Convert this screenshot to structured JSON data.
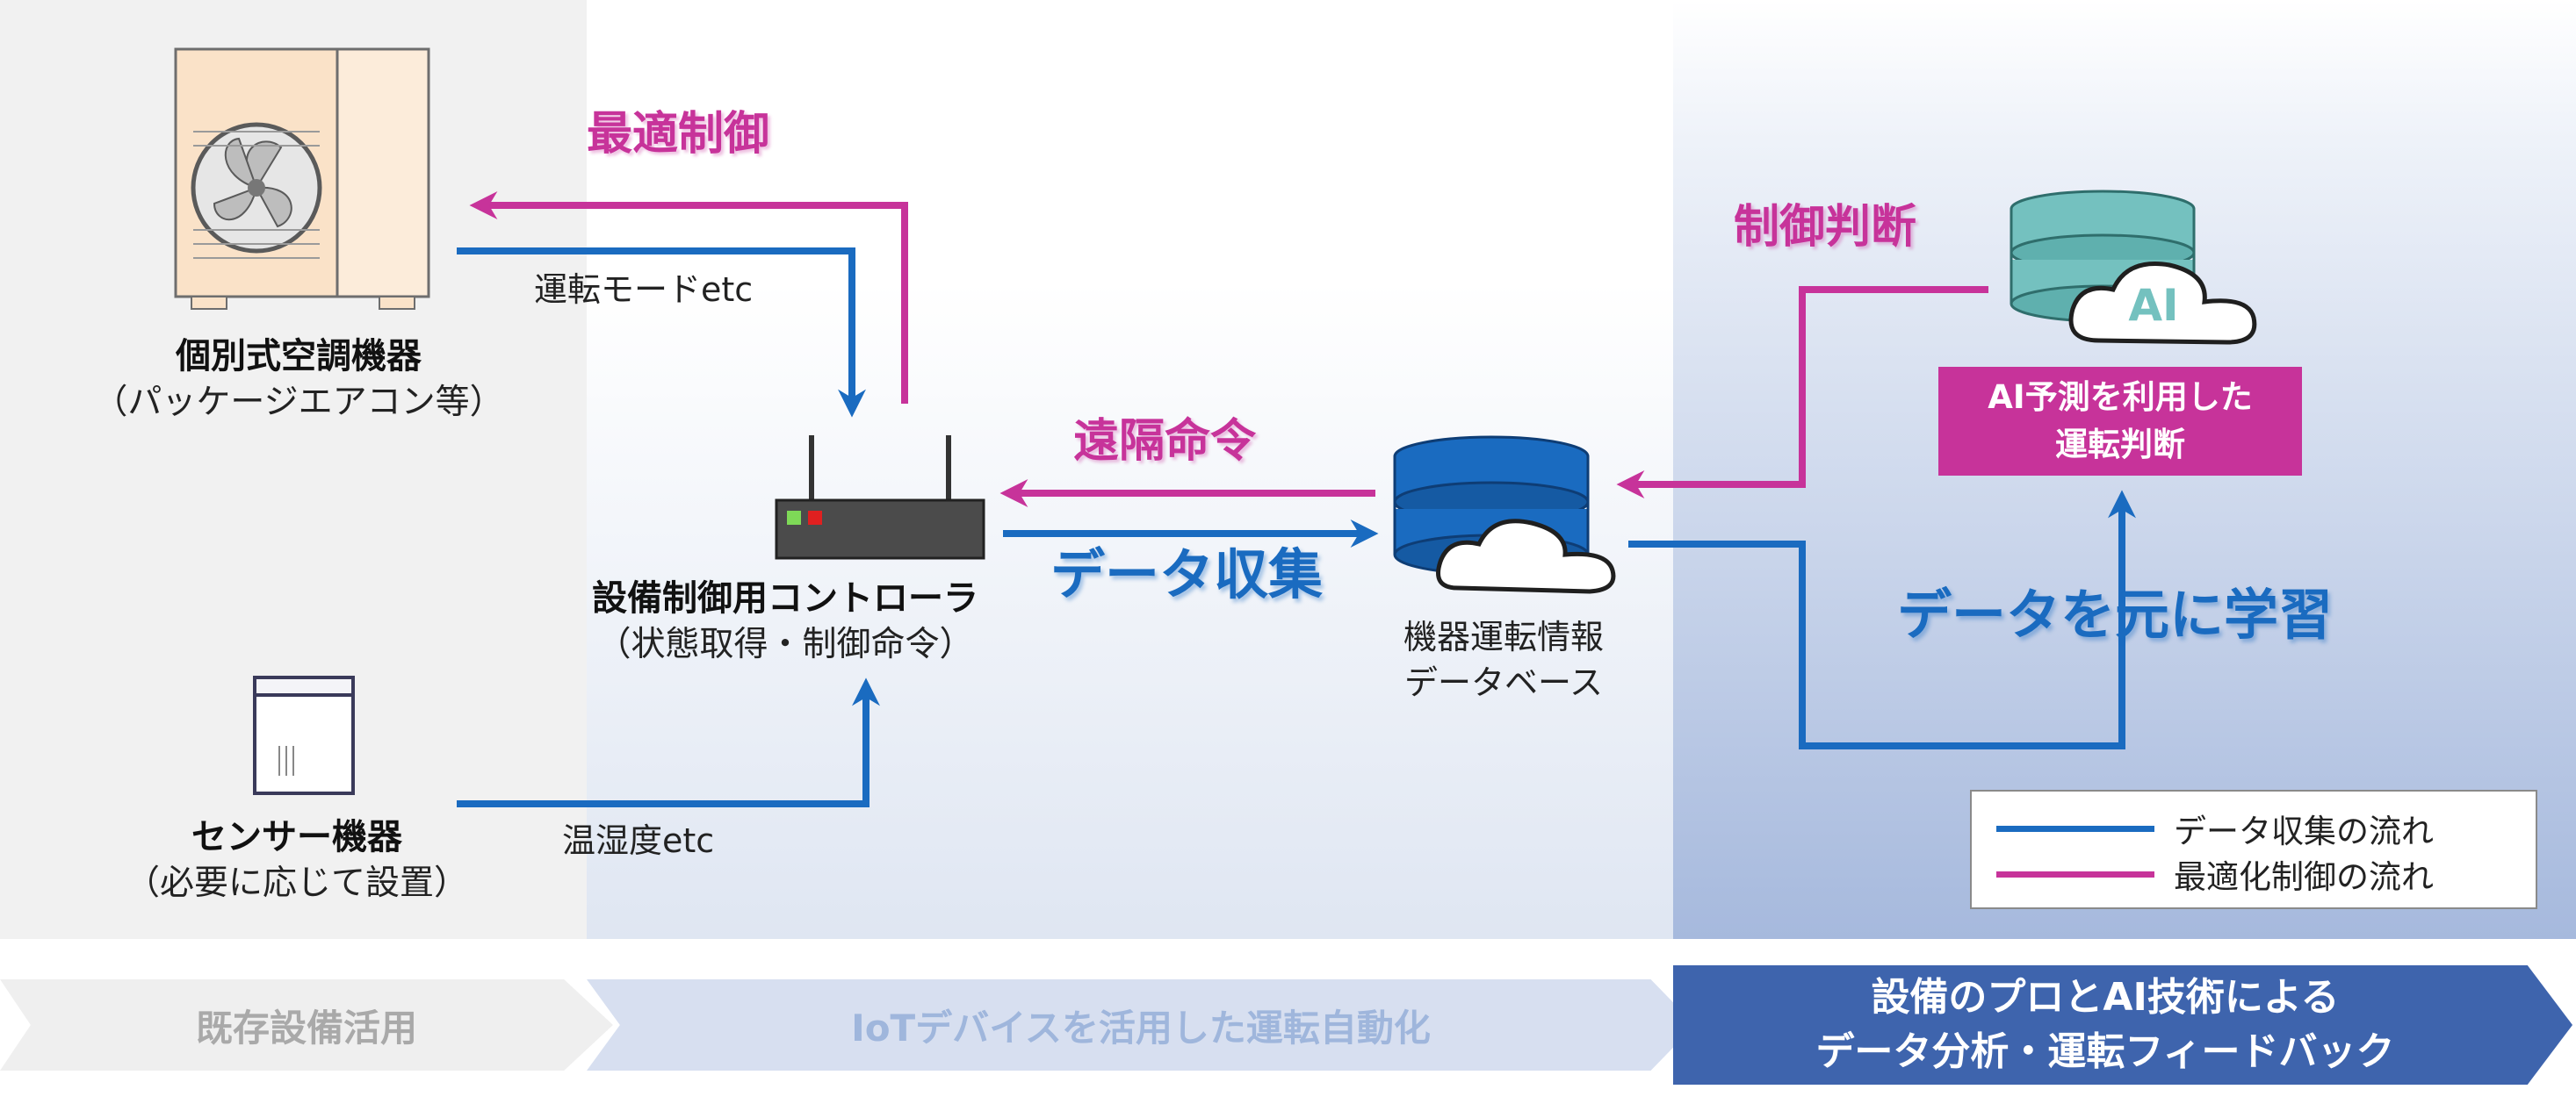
{
  "devices": {
    "aircon": {
      "title": "個別式空調機器",
      "subtitle": "（パッケージエアコン等）"
    },
    "sensor": {
      "title": "センサー機器",
      "subtitle": "（必要に応じて設置）"
    },
    "controller": {
      "title": "設備制御用コントローラ",
      "subtitle": "（状態取得・制御命令）"
    },
    "database": {
      "line1": "機器運転情報",
      "line2": "データベース"
    },
    "ai": {
      "icon_text": "AI",
      "box_line1": "AI予測を利用した",
      "box_line2": "運転判断"
    }
  },
  "flows": {
    "optimal_control": "最適制御",
    "operation_mode": "運転モードetc",
    "temp_humidity": "温湿度etc",
    "remote_command": "遠隔命令",
    "data_collection": "データ収集",
    "control_decision": "制御判断",
    "learn_from_data": "データを元に学習"
  },
  "legend": {
    "data_flow": "データ収集の流れ",
    "control_flow": "最適化制御の流れ"
  },
  "stages": {
    "stage1": "既存設備活用",
    "stage2": "IoTデバイスを活用した運転自動化",
    "stage3_line1": "設備のプロとAI技術による",
    "stage3_line2": "データ分析・運転フィードバック"
  },
  "colors": {
    "data_flow": "#1a6bc0",
    "control_flow": "#c7339a",
    "stage3_bg": "#3e64ad"
  }
}
